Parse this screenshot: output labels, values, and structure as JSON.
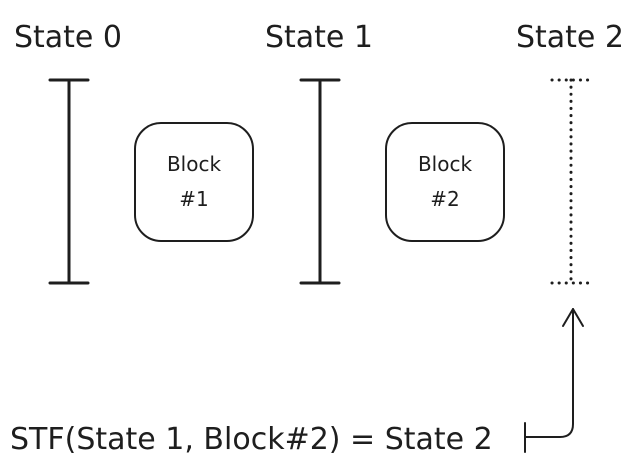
{
  "colors": {
    "stroke": "#1e1e1e",
    "background": "#ffffff"
  },
  "states": [
    {
      "label": "State 0",
      "style": "solid"
    },
    {
      "label": "State 1",
      "style": "solid"
    },
    {
      "label": "State 2",
      "style": "dotted"
    }
  ],
  "blocks": [
    {
      "line1": "Block",
      "line2": "#1"
    },
    {
      "line1": "Block",
      "line2": "#2"
    }
  ],
  "formula": "STF(State 1, Block#2) = State 2"
}
